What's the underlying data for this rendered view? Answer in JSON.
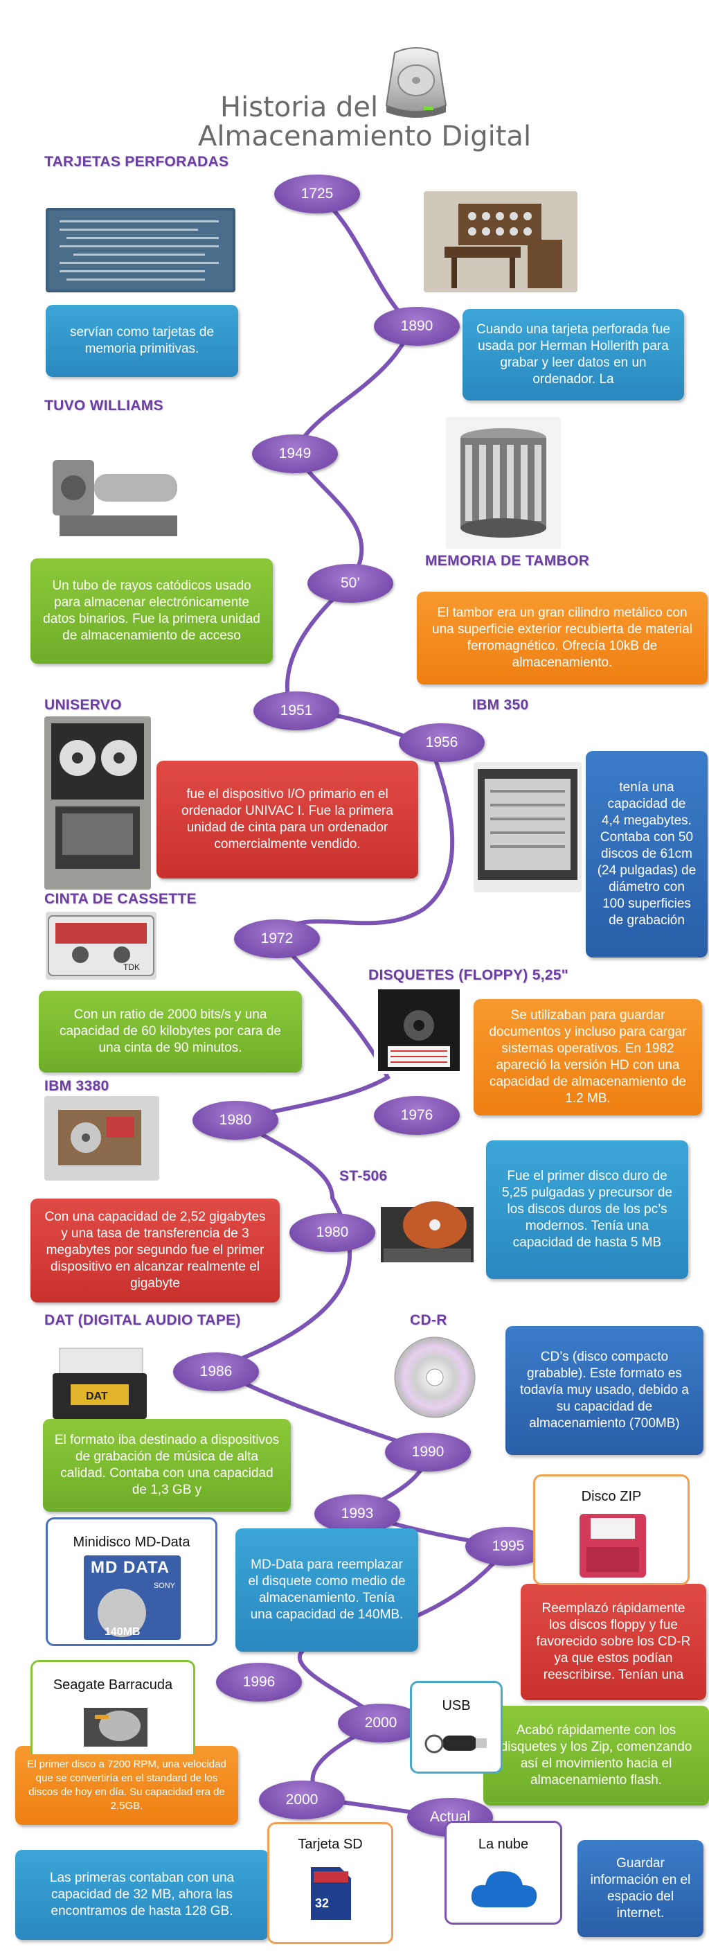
{
  "title": {
    "line1": "Historia del",
    "line2": "Almacenamiento Digital"
  },
  "headings": {
    "tarjetas": "TARJETAS PERFORADAS",
    "williams": "TUVO WILLIAMS",
    "tambor": "MEMORIA  DE TAMBOR",
    "uniservo": "UNISERVO",
    "ibm350": "IBM 350",
    "cassette": "CINTA DE CASSETTE",
    "disquetes": "DISQUETES (FLOPPY) 5,25\"",
    "ibm3380": "IBM 3380",
    "st506": "ST-506",
    "dat": "DAT (DIGITAL AUDIO TAPE)",
    "cdr": "CD-R"
  },
  "years": {
    "y1725": "1725",
    "y1890": "1890",
    "y1949": "1949",
    "y50": "50’",
    "y1951": "1951",
    "y1956": "1956",
    "y1972": "1972",
    "y1976": "1976",
    "y1980a": "1980",
    "y1980b": "1980",
    "y1986": "1986",
    "y1990": "1990",
    "y1993": "1993",
    "y1995": "1995",
    "y1996": "1996",
    "y2000a": "2000",
    "y2000b": "2000",
    "actual": "Actual"
  },
  "boxes": {
    "tarjetas": "servían como tarjetas de memoria primitivas.",
    "hollerith": "Cuando una tarjeta perforada fue usada por Herman Hollerith para grabar y leer datos en un ordenador. La",
    "williams": "Un tubo de rayos catódicos usado para almacenar electrónicamente datos binarios. Fue la primera unidad de almacenamiento de acceso",
    "tambor": "El tambor era un gran cilindro metálico con una superficie exterior recubierta de material ferromagnético. Ofrecía 10kB de almacenamiento.",
    "uniservo": "fue el dispositivo I/O primario en el ordenador UNIVAC I. Fue la primera unidad de cinta para un ordenador comercialmente vendido.",
    "ibm350": "tenía una capacidad de 4,4 megabytes. Contaba con 50 discos de 61cm (24 pulgadas) de diámetro con 100 superficies de grabación",
    "cassette": "Con un ratio de 2000 bits/s y una capacidad de 60 kilobytes por cara de una cinta de 90 minutos.",
    "floppy": "Se utilizaban para guardar documentos y incluso para cargar sistemas operativos. En 1982 apareció la versión HD con una capacidad de almacenamiento de 1.2 MB.",
    "st506": "Fue el primer disco duro de 5,25 pulgadas y precursor de los discos duros de los pc’s modernos. Tenía una capacidad de hasta 5 MB",
    "ibm3380": "Con una capacidad de 2,52 gigabytes y una tasa de transferencia de 3 megabytes por segundo fue el primer dispositivo en alcanzar realmente el gigabyte",
    "cd": "CD’s (disco compacto grabable). Este formato es todavía muy usado, debido a su capacidad de almacenamiento (700MB)",
    "dat": "El formato iba destinado a dispositivos de grabación de música de alta calidad. Contaba con una capacidad de 1,3 GB y",
    "mdata": "MD-Data para reemplazar el disquete como medio de almacenamiento. Tenía una capacidad de 140MB.",
    "zip": "Reemplazó rápidamente los discos floppy y fue favorecido sobre los CD-R ya que estos podían reescribirse. Tenían una",
    "barracuda": "El primer disco a 7200 RPM, una velocidad que se convertiría en el standard de los discos de hoy en día. Su capacidad era de 2.5GB.",
    "usb": "Acabó rápidamente con los disquetes y los Zip, comenzando así el movimiento hacia el almacenamiento flash.",
    "sd": "Las primeras contaban con una capacidad de 32 MB, ahora las encontramos de hasta 128 GB.",
    "nube": "Guardar información en el espacio del internet."
  },
  "frames": {
    "zip": "Disco ZIP",
    "minidisc": "Minidisco MD-Data",
    "barracuda": "Seagate Barracuda",
    "usb": "USB",
    "sd": "Tarjeta SD",
    "nube": "La nube"
  },
  "photo_text": {
    "md_label": "MD DATA",
    "md_brand": "SONY",
    "md_cap": "140MB",
    "sd_cap": "32",
    "cassette_brand": "TDK",
    "dat_label": "DAT"
  }
}
